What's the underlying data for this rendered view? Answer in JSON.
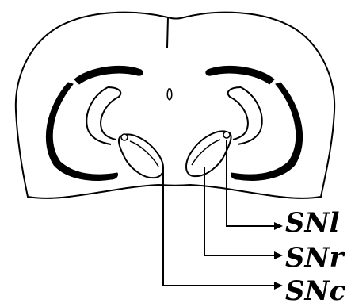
{
  "labels": {
    "snl": "SNl",
    "snr": "SNr",
    "snc": "SNc"
  },
  "colors": {
    "stroke": "#000000",
    "background": "#ffffff"
  }
}
